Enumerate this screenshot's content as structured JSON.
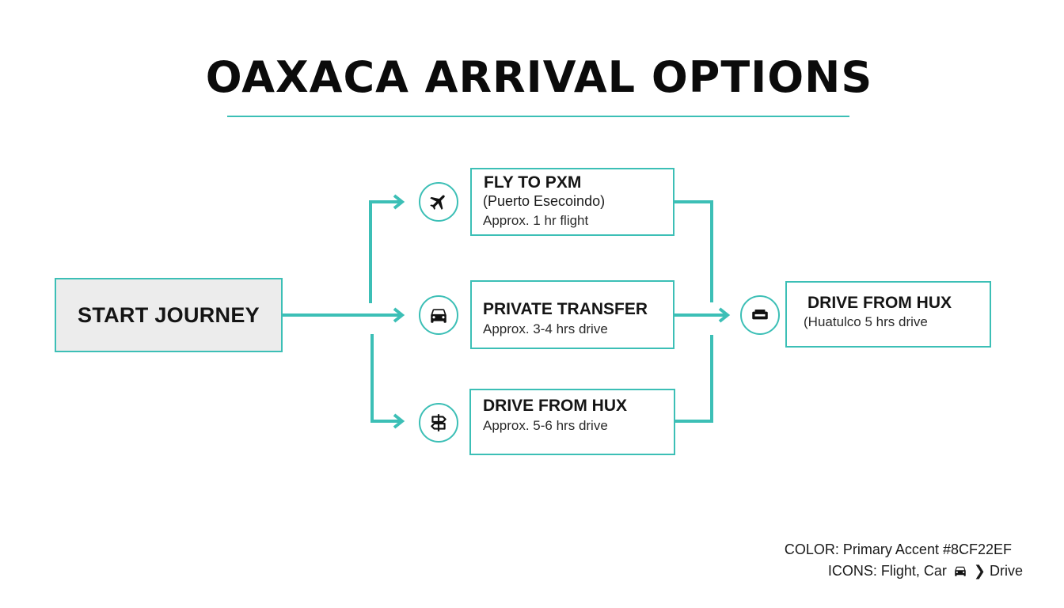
{
  "title": "OAXACA ARRIVAL OPTIONS",
  "colors": {
    "accent": "#3CBFB6",
    "start_fill": "#ECECEC",
    "text": "#111111"
  },
  "start": {
    "label": "START JOURNEY"
  },
  "options": [
    {
      "icon": "airplane-icon",
      "title": "FLY TO PXM",
      "subtitle": "(Puerto Esecoindo)",
      "detail": "Approx. 1 hr flight"
    },
    {
      "icon": "car-icon",
      "title": "PRIVATE TRANSFER",
      "detail": "Approx. 3-4 hrs drive"
    },
    {
      "icon": "signpost-icon",
      "title": "DRIVE FROM HUX",
      "detail": "Approx. 5-6 hrs drive"
    }
  ],
  "destination": {
    "icon": "vehicle-icon",
    "title": "DRIVE FROM HUX",
    "detail": "(Huatulco 5 hrs drive"
  },
  "footer": {
    "color_note": "COLOR: Primary Accent #8CF22EF",
    "icons_prefix": "ICONS: Flight, Car",
    "icons_suffix": "❯ Drive"
  }
}
